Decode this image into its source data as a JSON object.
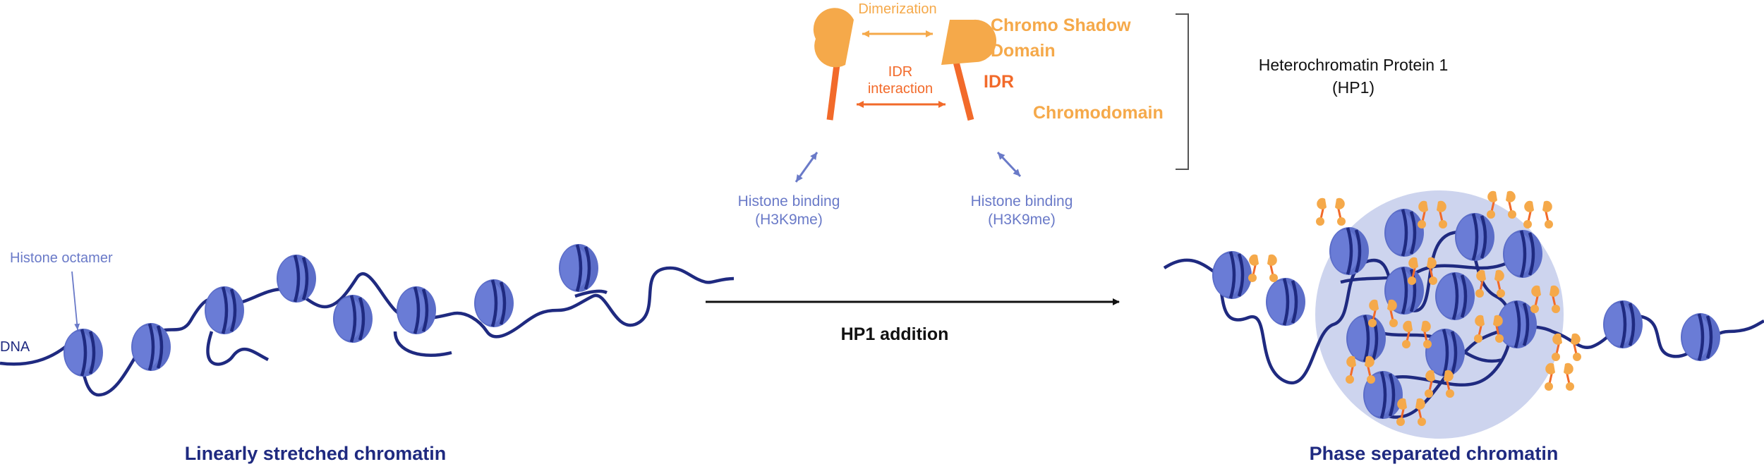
{
  "colors": {
    "dna": "#1f2a80",
    "nucleosome": "#5b6dc8",
    "nucleosome_band": "#1f2a80",
    "hp1_orange": "#f5a94a",
    "idr_orange": "#f26a2a",
    "label_blue": "#6a7ac8",
    "condensate": "#cdd4ee",
    "black": "#111111"
  },
  "labels": {
    "histone_octamer": "Histone octamer",
    "dna": "DNA",
    "left_title": "Linearly stretched chromatin",
    "right_title": "Phase separated chromatin",
    "arrow_label": "HP1 addition",
    "dimerization": "Dimerization",
    "idr_interaction_line1": "IDR",
    "idr_interaction_line2": "interaction",
    "chromo_shadow_line1": "Chromo Shadow",
    "chromo_shadow_line2": "Domain",
    "idr": "IDR",
    "chromodomain": "Chromodomain",
    "histone_binding_left_1": "Histone binding",
    "histone_binding_left_2": "(H3K9me)",
    "histone_binding_right_1": "Histone binding",
    "histone_binding_right_2": "(H3K9me)",
    "hp1_name_line1": "Heterochromatin Protein 1",
    "hp1_name_line2": "(HP1)"
  },
  "icons": {
    "nucleosome": "nucleosome-icon",
    "hp1_dimer": "hp1-dimer-icon"
  }
}
